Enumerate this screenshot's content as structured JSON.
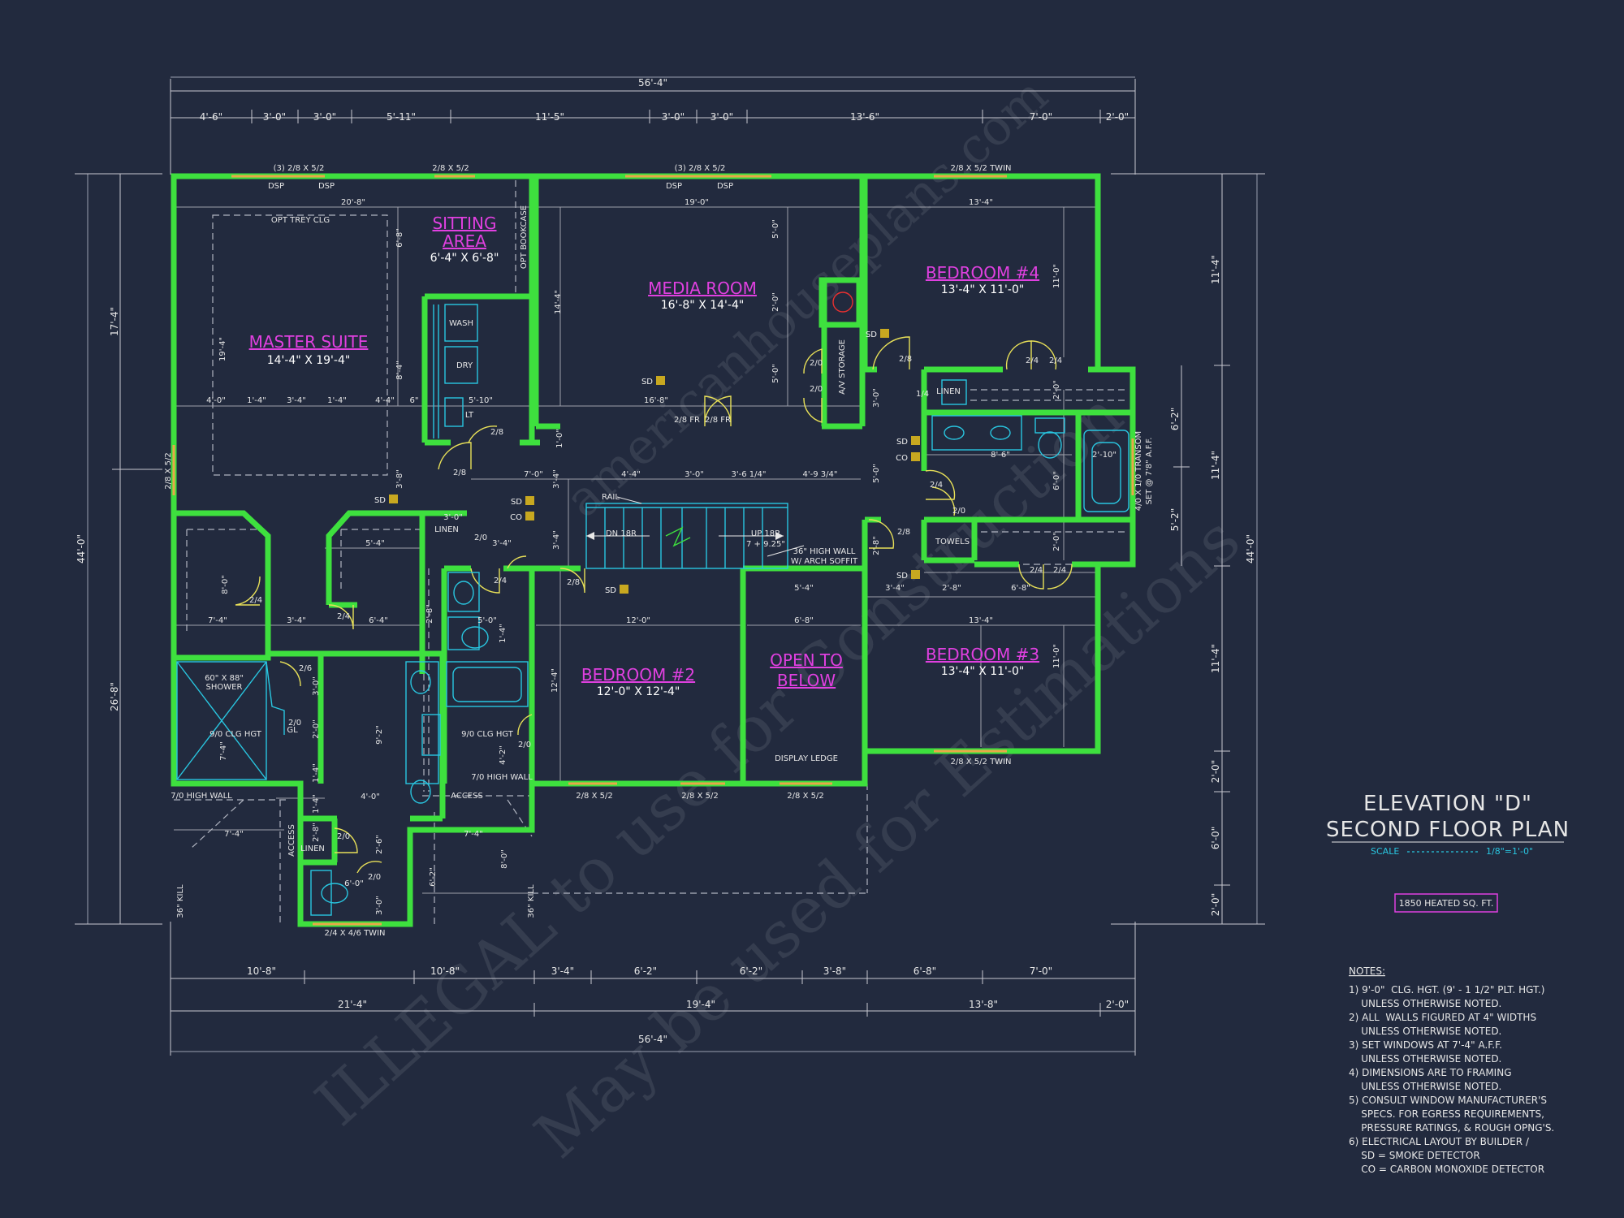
{
  "overall_dims": {
    "top": "56'-4\"",
    "bottom": "56'-4\"",
    "left": "44'-0\"",
    "right": "44'-0\""
  },
  "top_dims": [
    "4'-6\"",
    "3'-0\"",
    "3'-0\"",
    "5'-11\"",
    "11'-5\"",
    "3'-0\"",
    "3'-0\"",
    "13'-6\"",
    "7'-0\"",
    "2'-0\""
  ],
  "bottom_dims_1": [
    "10'-8\"",
    "10'-8\"",
    "3'-4\"",
    "6'-2\"",
    "6'-2\"",
    "3'-8\"",
    "6'-8\"",
    "7'-0\""
  ],
  "bottom_dims_2": [
    "21'-4\"",
    "19'-4\"",
    "13'-8\"",
    "2'-0\""
  ],
  "left_dims": [
    "17'-4\"",
    "26'-8\""
  ],
  "right_dims_1": [
    "11'-4\"",
    "11'-4\"",
    "11'-4\"",
    "2'-0\"",
    "6'-0\"",
    "2'-0\""
  ],
  "right_dims_2": [
    "6'-2\"",
    "5'-2\""
  ],
  "windows": {
    "w1": "(3) 2/8 X 5/2",
    "w2": "2/8 X 5/2",
    "w3": "(3) 2/8 X 5/2",
    "w4": "2/8 X 5/2 TWIN",
    "w5": "2/8 X 5/2",
    "w6": "2/8 X 5/2",
    "w7": "2/8 X 5/2",
    "w8": "2/8 X 5/2 TWIN",
    "w9": "2/8 X 5/2",
    "w10": "2/4 X 4/6 TWIN",
    "transom": "4/0 X 1/0 TRANSOM",
    "transom2": "SET @ 7'8\" A.F.F.",
    "dsp": "DSP"
  },
  "rooms": {
    "master": {
      "name": "MASTER SUITE",
      "size": "14'-4\" X 19'-4\""
    },
    "sitting": {
      "name1": "SITTING",
      "name2": "AREA",
      "size": "6'-4\" X 6'-8\""
    },
    "media": {
      "name": "MEDIA ROOM",
      "size": "16'-8\" X 14'-4\""
    },
    "bed4": {
      "name": "BEDROOM #4",
      "size": "13'-4\" X 11'-0\""
    },
    "bed2": {
      "name": "BEDROOM #2",
      "size": "12'-0\" X 12'-4\""
    },
    "open": {
      "name1": "OPEN TO",
      "name2": "BELOW"
    },
    "bed3": {
      "name": "BEDROOM #3",
      "size": "13'-4\" X 11'-0\""
    }
  },
  "labels": {
    "opt_trey": "OPT TREY CLG",
    "opt_bookcase": "OPT BOOKCASE",
    "wash": "WASH",
    "dry": "DRY",
    "lt": "LT",
    "av": "A/V STORAGE",
    "linen": "LINEN",
    "towels": "TOWELS",
    "rail": "RAIL",
    "dn": "DN 18R",
    "up": "UP 18R",
    "riser": "7 + 9.25\"",
    "high_wall": "36\" HIGH WALL",
    "arch": "W/ ARCH SOFFIT",
    "display": "DISPLAY LEDGE",
    "shower": "60\" X 88\"",
    "shower2": "SHOWER",
    "clg1": "9/0 CLG HGT",
    "clg2": "9/0 CLG HGT",
    "hw1": "7/0 HIGH WALL",
    "hw2": "7/0 HIGH WALL",
    "access": "ACCESS",
    "access2": "ACCESS",
    "knee1": "36\" KILL",
    "knee2": "36\" KILL",
    "gl": "GL",
    "sd": "SD",
    "co": "CO",
    "d28": "2/8",
    "d24": "2/4",
    "d20": "2/0",
    "d14": "1/4",
    "d26": "2/6",
    "fr": "2/8 FR"
  },
  "interior_dims": {
    "a": "20'-8\"",
    "b": "19'-0\"",
    "c": "13'-4\"",
    "d": "13'-4\"",
    "e": "13'-4\"",
    "f": "4'-0\"",
    "g": "1'-4\"",
    "h": "3'-4\"",
    "i": "1'-4\"",
    "j": "4'-4\"",
    "k": "6\"",
    "l": "5'-10\"",
    "m": "16'-8\"",
    "n": "7'-0\"",
    "o": "4'-4\"",
    "p": "3'-0\"",
    "q": "3'-6 1/4\"",
    "r": "4'-9 3/4\"",
    "s": "8'-6\"",
    "t": "2'-10\"",
    "u": "5'-4\"",
    "v": "3'-4\"",
    "w": "5'-0\"",
    "x": "3'-4\"",
    "y": "6'-4\"",
    "z": "12'-0\"",
    "aa": "5'-4\"",
    "ab": "6'-8\"",
    "ac": "3'-4\"",
    "ad": "2'-8\"",
    "ae": "6'-8\"",
    "af": "4'-0\"",
    "ag": "7'-4\"",
    "ah": "7'-4\"",
    "ai": "6'-0\"",
    "aj": "8'-0\"",
    "ak": "2'-0\"",
    "al": "19'-4\"",
    "am": "14'-4\"",
    "an": "6'-8\"",
    "ao": "5'-0\"",
    "ap": "2'-0\"",
    "aq": "8'-4\"",
    "ar": "3'-8\"",
    "as": "8'-0\"",
    "at": "9'-2\"",
    "au": "12'-4\"",
    "av": "11'-0\"",
    "aw": "11'-0\"",
    "ax": "6'-0\"",
    "ay": "3'-0\"",
    "az": "5'-0\"",
    "ba": "2'-0\"",
    "bb": "2'-8\"",
    "bc": "1'-4\"",
    "bd": "7'-4\"",
    "be": "4'-2\"",
    "bf": "1'-4\"",
    "bg": "2'-6\"",
    "bh": "3'-0\"",
    "bi": "6'-2\"",
    "bj": "2'-8\"",
    "bk": "3'-4\"",
    "bl": "3'-4\"",
    "bm": "1'-0\"",
    "bn": "2'-0\""
  },
  "title": {
    "line1": "ELEVATION \"D\"",
    "line2": "SECOND FLOOR PLAN",
    "scale_label": "SCALE",
    "scale_value": "1/8\"=1'-0\""
  },
  "sqft": "1850 HEATED SQ. FT.",
  "notes": {
    "heading": "NOTES:",
    "lines": [
      "1) 9'-0\"  CLG. HGT. (9' - 1 1/2\" PLT. HGT.)",
      "    UNLESS OTHERWISE NOTED.",
      "2) ALL  WALLS FIGURED AT 4\" WIDTHS",
      "    UNLESS OTHERWISE NOTED.",
      "3) SET WINDOWS AT 7'-4\" A.F.F.",
      "    UNLESS OTHERWISE NOTED.",
      "4) DIMENSIONS ARE TO FRAMING",
      "    UNLESS OTHERWISE NOTED.",
      "5) CONSULT WINDOW MANUFACTURER'S",
      "    SPECS. FOR EGRESS REQUIREMENTS,",
      "    PRESSURE RATINGS, & ROUGH OPNG'S.",
      "6) ELECTRICAL LAYOUT BY BUILDER /",
      "    SD = SMOKE DETECTOR",
      "    CO = CARBON MONOXIDE DETECTOR"
    ]
  },
  "watermark": {
    "line1": "ILLEGAL to use for Construction",
    "line2": "May be used for Estimations",
    "line3": "americanhouseplans.com"
  },
  "colors": {
    "background": "#222a3e",
    "walls": "#3ee03e",
    "room_names": "#e040e0",
    "fixtures": "#29c6e0",
    "doors": "#e8e058"
  }
}
